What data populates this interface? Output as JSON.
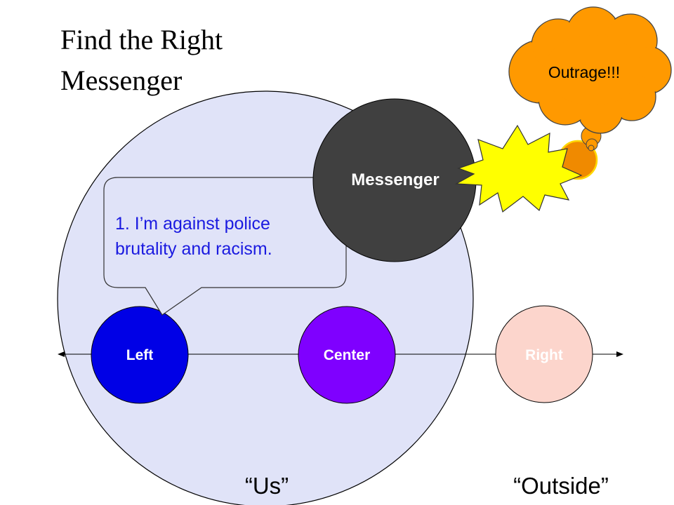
{
  "title": {
    "line1": "Find the Right",
    "line2": "Messenger"
  },
  "messenger": {
    "label": "Messenger",
    "fill": "#404040"
  },
  "thought_cloud": {
    "text": "Outrage!!!",
    "fill": "#ff9900"
  },
  "speech_bubble": {
    "line1": "1. I’m against police",
    "line2": "brutality and racism.",
    "text_color": "#1a1ae0"
  },
  "spectrum": {
    "left": {
      "label": "Left",
      "fill": "#0000e6"
    },
    "center": {
      "label": "Center",
      "fill": "#7f00ff"
    },
    "right": {
      "label": "Right",
      "fill": "#fcd5cc"
    }
  },
  "regions": {
    "us": {
      "label": "“Us”",
      "fill": "#e0e3f8"
    },
    "outside": {
      "label": "“Outside”"
    }
  },
  "burst": {
    "fill": "#ffff00"
  }
}
